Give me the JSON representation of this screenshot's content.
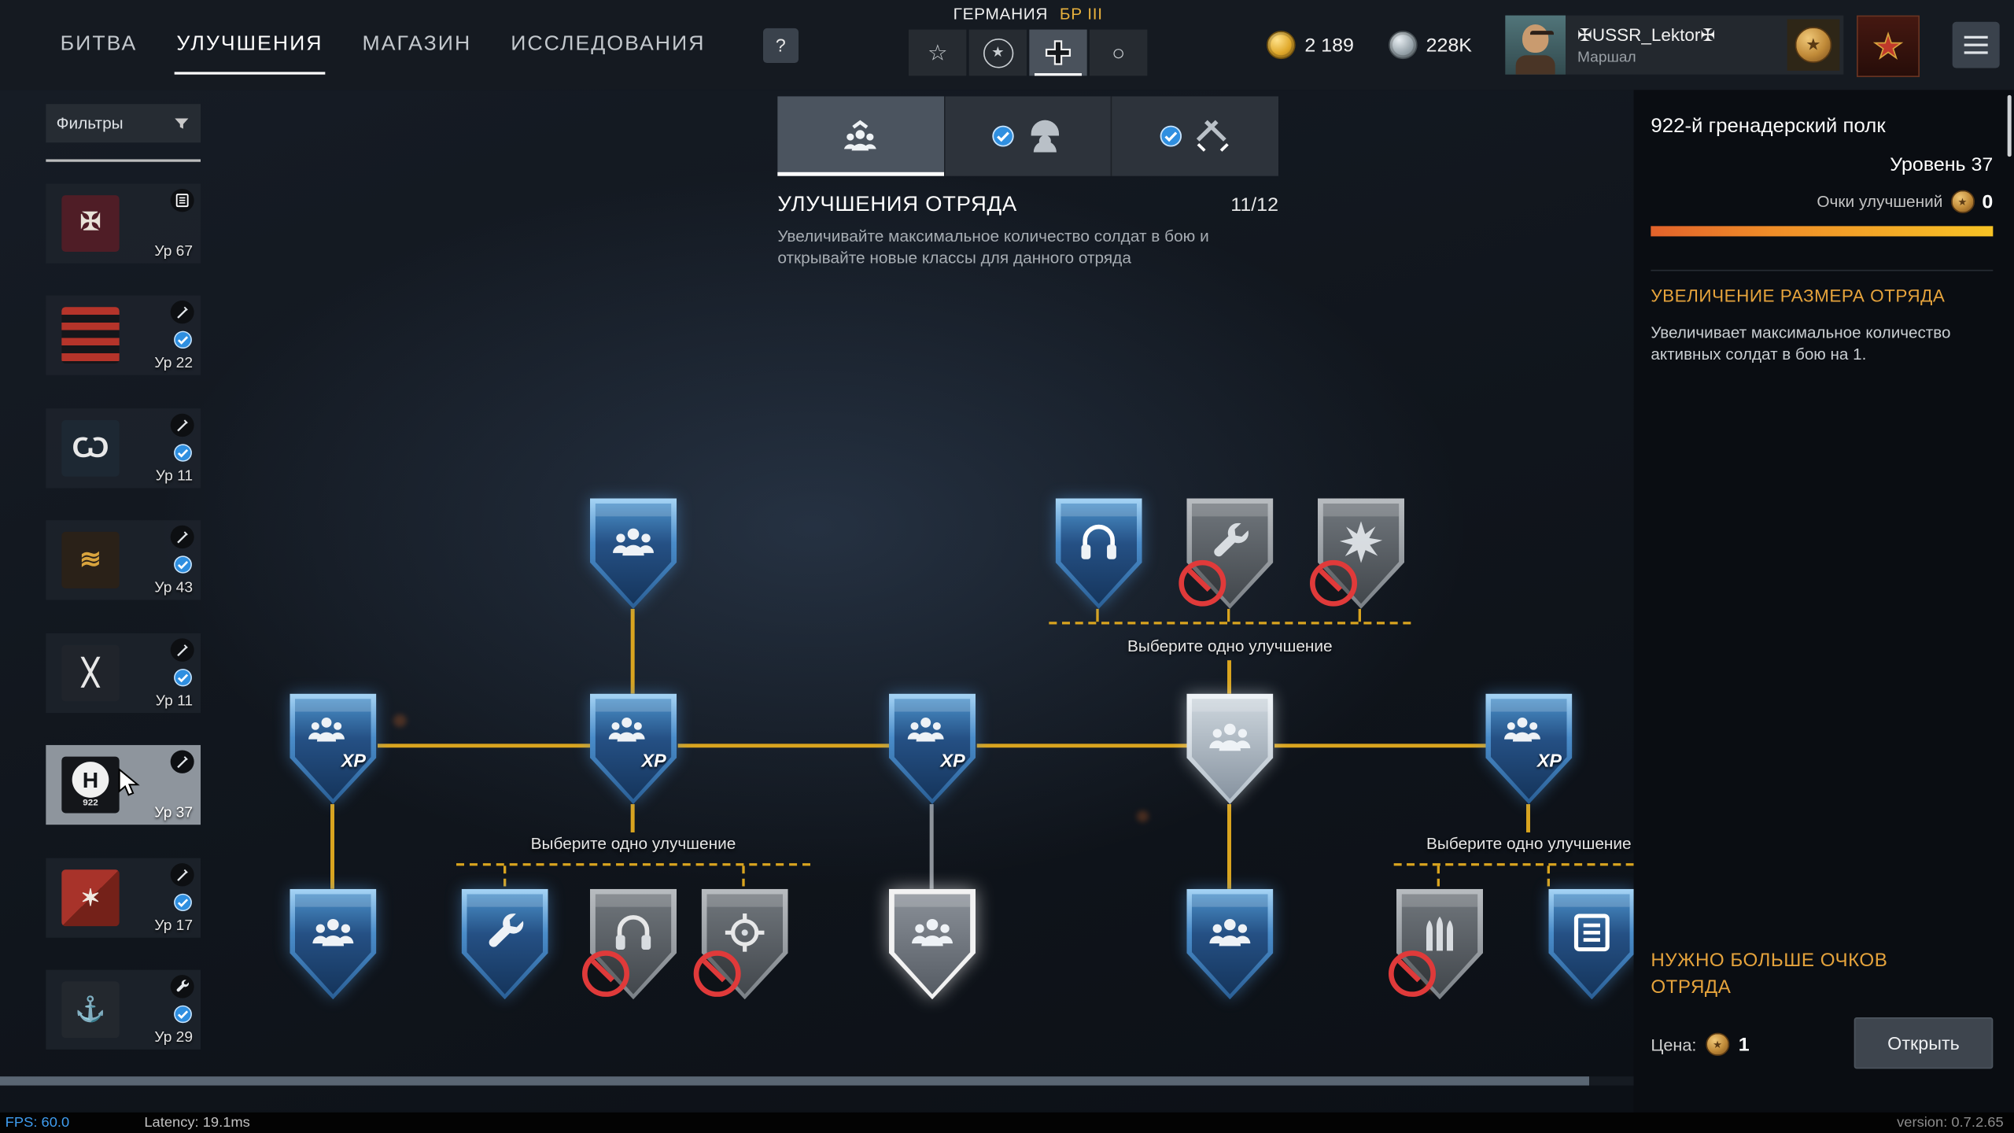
{
  "topnav": {
    "items": [
      {
        "label": "БИТВА",
        "state": ""
      },
      {
        "label": "УЛУЧШЕНИЯ",
        "state": "active"
      },
      {
        "label": "МАГАЗИН",
        "state": ""
      },
      {
        "label": "ИССЛЕДОВАНИЯ",
        "state": ""
      }
    ],
    "help_label": "?"
  },
  "faction_bar": {
    "country": "ГЕРМАНИЯ",
    "battle_rating": "БР III",
    "flags": [
      {
        "name": "star-faction",
        "char": "☆",
        "state": ""
      },
      {
        "name": "circled-star-faction",
        "char": "★",
        "state": "ringed"
      },
      {
        "name": "german-cross-faction",
        "char": "",
        "state": "selected"
      },
      {
        "name": "circle-faction",
        "char": "○",
        "state": ""
      }
    ]
  },
  "wallet": {
    "gold": "2 189",
    "silver": "228K"
  },
  "player": {
    "name": "✠USSR_Lektor✠",
    "rank": "Маршал"
  },
  "sidebar": {
    "filters_label": "Фильтры",
    "squads": [
      {
        "level": "Ур 67",
        "glyph": "✠",
        "emblem": "em-eagle",
        "class_icon": "#i-list",
        "state": ""
      },
      {
        "level": "Ур 22",
        "glyph": "",
        "emblem": "em-stripes",
        "class_icon": "#i-rifle",
        "state": "checked"
      },
      {
        "level": "Ур 11",
        "glyph": "Ѡ",
        "emblem": "em-hooks",
        "class_icon": "#i-rifle",
        "state": "checked"
      },
      {
        "level": "Ур 43",
        "glyph": "≋",
        "emblem": "em-ship",
        "class_icon": "#i-rifle",
        "state": "checked"
      },
      {
        "level": "Ур 11",
        "glyph": "╳",
        "emblem": "em-torpedo",
        "class_icon": "#i-rifle",
        "state": "checked"
      },
      {
        "level": "Ур 37",
        "glyph": "H",
        "emblem_num": "922",
        "emblem": "em-rail",
        "class_icon": "#i-rifle",
        "state": "selected"
      },
      {
        "level": "Ур 17",
        "glyph": "✶",
        "emblem": "em-redshield",
        "class_icon": "#i-rifle",
        "state": "checked"
      },
      {
        "level": "Ур 29",
        "glyph": "⚓",
        "emblem": "em-sub",
        "class_icon": "#i-wrench",
        "state": "checked"
      }
    ]
  },
  "upgrades": {
    "tabs": [
      {
        "name": "squad-upgrades",
        "icon": "#i-squadup",
        "state": "selected"
      },
      {
        "name": "soldier-upgrades",
        "icon": "#i-soldier",
        "state": "checked"
      },
      {
        "name": "weapon-upgrades",
        "icon": "#i-weapon",
        "state": "checked"
      }
    ],
    "title": "УЛУЧШЕНИЯ ОТРЯДА",
    "progress": "11/12",
    "description": "Увеличивайте максимальное количество солдат в бою и открывайте новые классы для данного отряда"
  },
  "tree": {
    "choose_one_label": "Выберите одно улучшение",
    "xp_label": "XP",
    "nodes": [
      {
        "name": "squad-size-top",
        "icon": "#i-squad",
        "state": "blue"
      },
      {
        "name": "radio-operator-choice",
        "icon": "#i-headphones",
        "state": "blue"
      },
      {
        "name": "engineer-choice",
        "icon": "#i-wrench",
        "state": "locked"
      },
      {
        "name": "explosives-choice",
        "icon": "#i-explosion",
        "state": "locked"
      },
      {
        "name": "xp-boost-1",
        "icon": "#i-squad",
        "state": "blue hasxp"
      },
      {
        "name": "xp-boost-2",
        "icon": "#i-squad",
        "state": "blue hasxp"
      },
      {
        "name": "xp-boost-3",
        "icon": "#i-squad",
        "state": "blue hasxp"
      },
      {
        "name": "squad-size-available",
        "icon": "#i-squad",
        "state": "highlight"
      },
      {
        "name": "xp-boost-4",
        "icon": "#i-squad",
        "state": "blue hasxp"
      },
      {
        "name": "squad-size-1",
        "icon": "#i-squad",
        "state": "blue"
      },
      {
        "name": "engineer-unlocked",
        "icon": "#i-wrench",
        "state": "blue"
      },
      {
        "name": "radio-operator-locked",
        "icon": "#i-headphones",
        "state": "locked"
      },
      {
        "name": "marksman-locked",
        "icon": "#i-crosshair",
        "state": "locked"
      },
      {
        "name": "squad-size-selected",
        "icon": "#i-squad",
        "state": "selected"
      },
      {
        "name": "squad-size-2",
        "icon": "#i-squad",
        "state": "blue"
      },
      {
        "name": "ammo-locked",
        "icon": "#i-bullets",
        "state": "locked"
      },
      {
        "name": "loadout-unlocked",
        "icon": "#i-list",
        "state": "blue"
      }
    ]
  },
  "panel": {
    "squad_name": "922-й гренадерский полк",
    "level": "Уровень 37",
    "points_label": "Очки улучшений",
    "points_value": "0",
    "upgrade_title": "УВЕЛИЧЕНИЕ РАЗМЕРА ОТРЯДА",
    "upgrade_description": "Увеличивает максимальное количество активных солдат в бою на 1.",
    "warning": "НУЖНО БОЛЬШЕ ОЧКОВ ОТРЯДА",
    "price_label": "Цена:",
    "price_value": "1",
    "open_button": "Открыть"
  },
  "statusbar": {
    "fps": "FPS: 60.0",
    "latency": "Latency: 19.1ms",
    "version": "version: 0.7.2.65"
  }
}
